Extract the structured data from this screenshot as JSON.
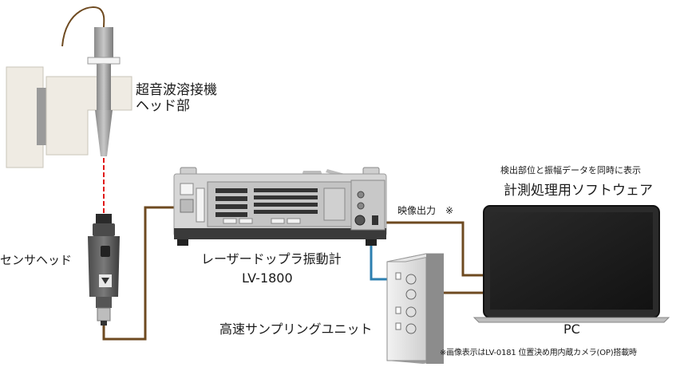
{
  "labels": {
    "welder_head": [
      "超音波溶接機",
      "ヘッド部"
    ],
    "sensor_head": "センサヘッド",
    "vibrometer_name": "レーザードップラ振動計",
    "vibrometer_model": "LV-1800",
    "sampling_unit": "高速サンプリングユニット",
    "video_output": "映像出力　※",
    "footnote": "※画像表示はLV-0181 位置決め用内蔵カメラ(OP)搭載時",
    "software_description": "検出部位と振幅データを同時に表示",
    "software_name": "計測処理用ソフトウェア",
    "pc": "PC"
  },
  "colors": {
    "cable_brown": "#6e4a20",
    "cable_blue": "#2c7fb0",
    "laser_red": "#e01818",
    "device_gray": "#d6d6d6",
    "dark_metal": "#3a3a3a",
    "screen_black": "#1c1c1c",
    "welder_beige": "#efebe3"
  }
}
